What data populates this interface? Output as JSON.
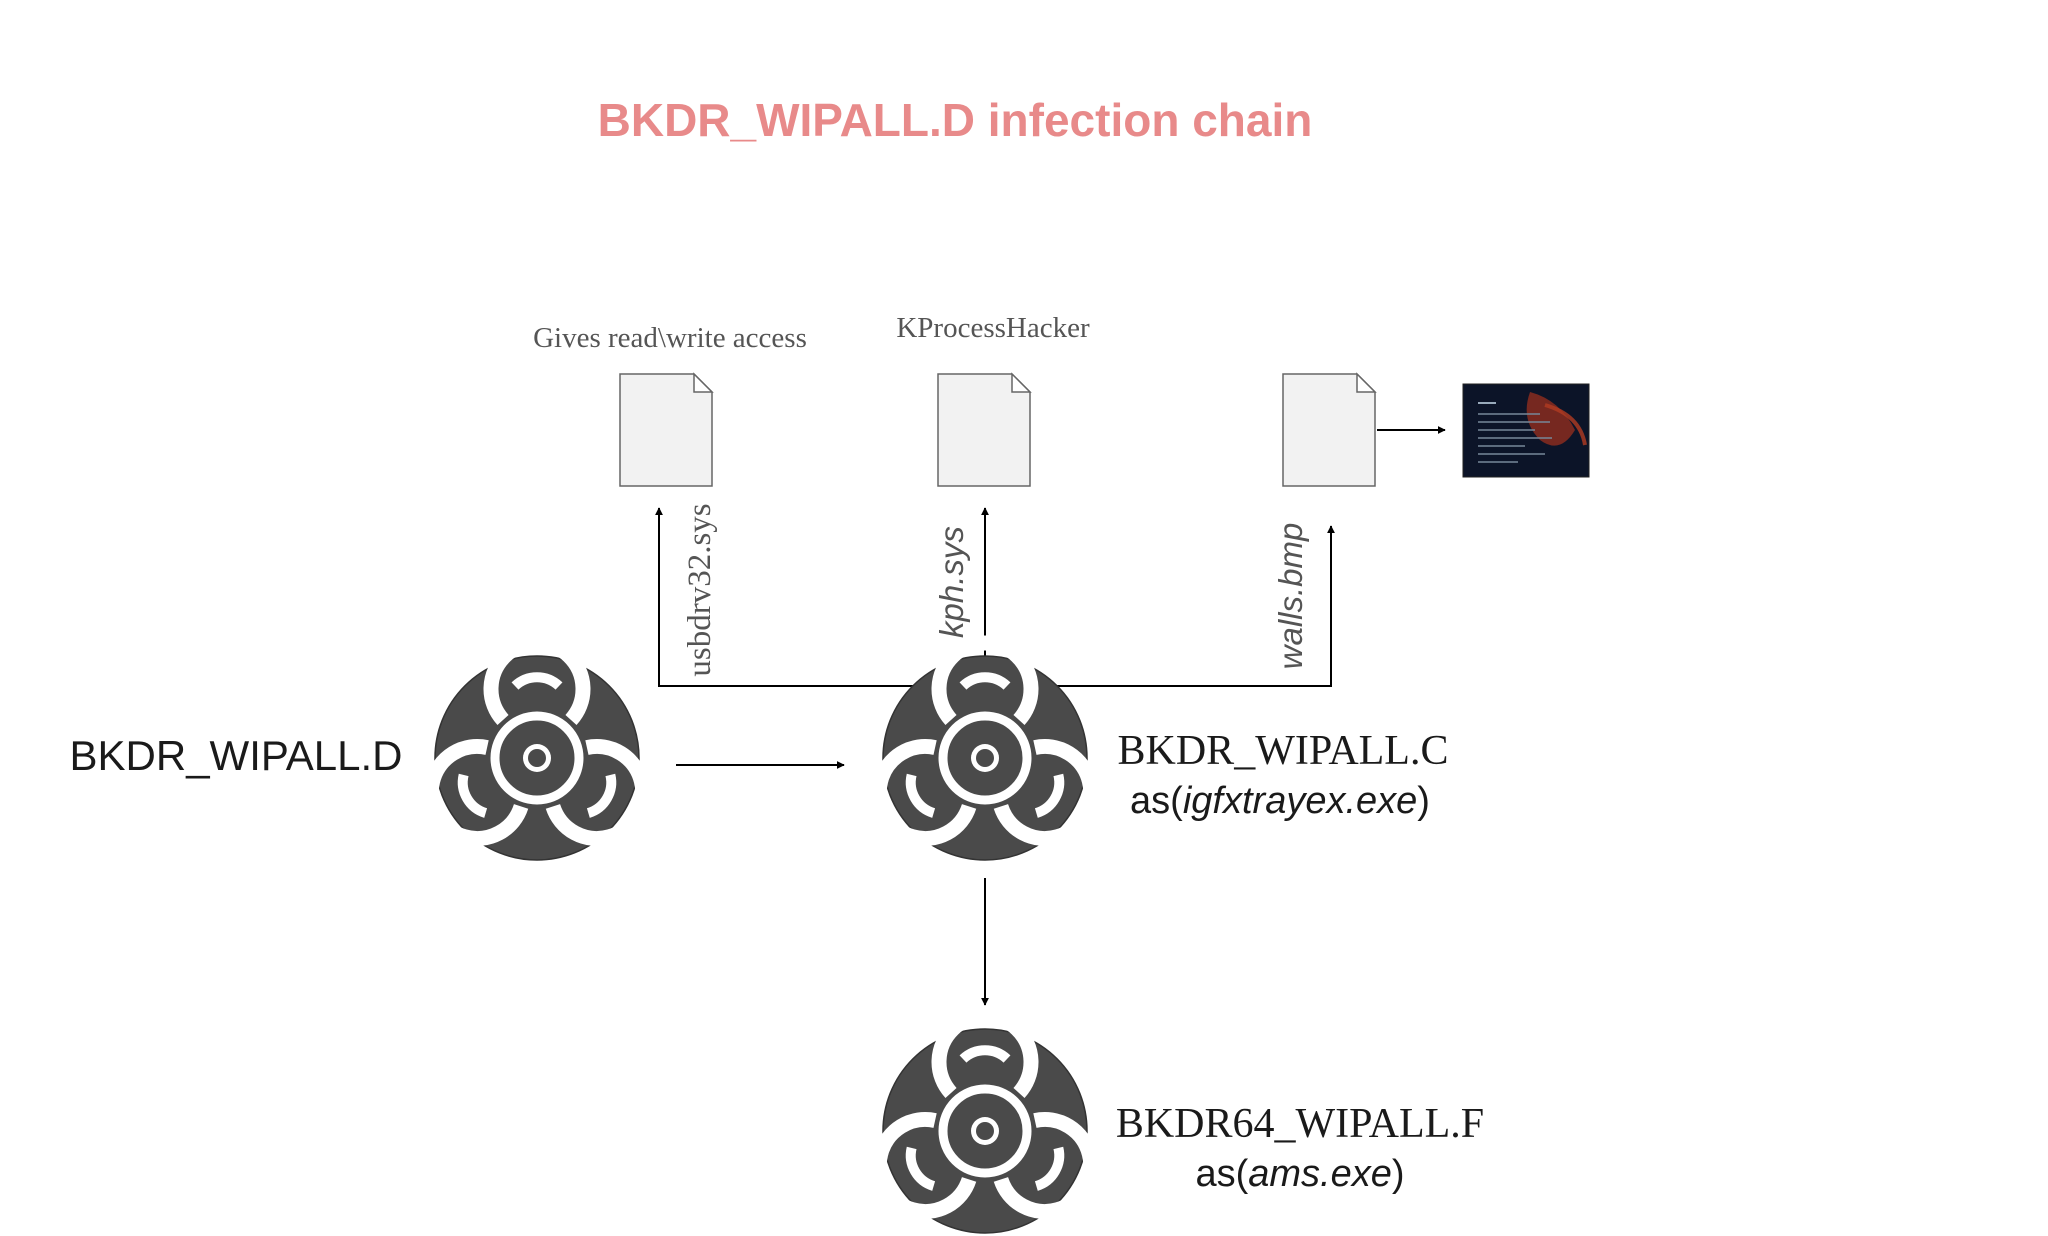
{
  "title": "BKDR_WIPALL.D infection chain",
  "colors": {
    "title": "#e88a8a",
    "node_fill": "#4a4a4a",
    "symbol": "#ffffff",
    "line": "#000000"
  },
  "nodes": {
    "d": {
      "name": "BKDR_WIPALL.D",
      "icon": "biohazard-icon"
    },
    "c": {
      "name": "BKDR_WIPALL.C",
      "prefix": "as(",
      "exe": "igfxtrayex.exe",
      "suffix": ")",
      "icon": "biohazard-icon"
    },
    "f": {
      "name": "BKDR64_WIPALL.F",
      "prefix": "as(",
      "exe": "ams.exe",
      "suffix": ")",
      "icon": "biohazard-icon"
    }
  },
  "files": {
    "usbdrv": {
      "top_label": "Gives read\\write access",
      "edge_label": "usbdrv32.sys",
      "icon": "document-icon"
    },
    "kph": {
      "top_label": "KProcessHacker",
      "edge_label": "kph.sys",
      "icon": "document-icon"
    },
    "walls": {
      "edge_label": "walls.bmp",
      "icon": "document-icon"
    }
  },
  "wallpaper": {
    "icon": "wallpaper-screenshot-icon"
  }
}
